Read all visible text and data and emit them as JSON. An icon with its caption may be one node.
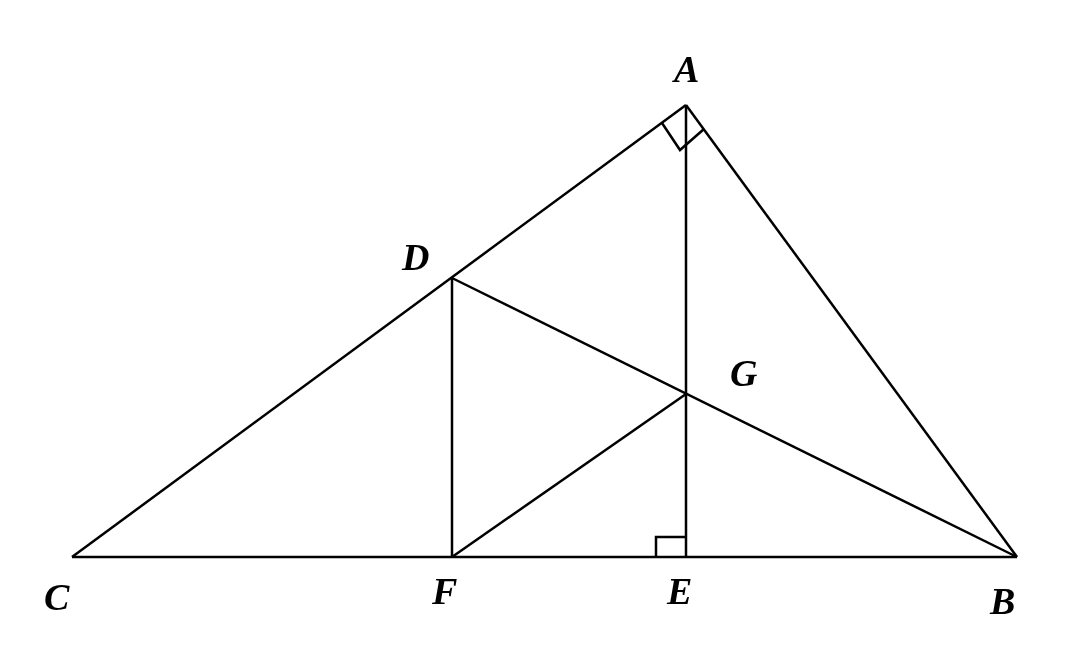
{
  "diagram": {
    "labels": [
      "A",
      "D",
      "G",
      "C",
      "F",
      "E",
      "B"
    ]
  }
}
